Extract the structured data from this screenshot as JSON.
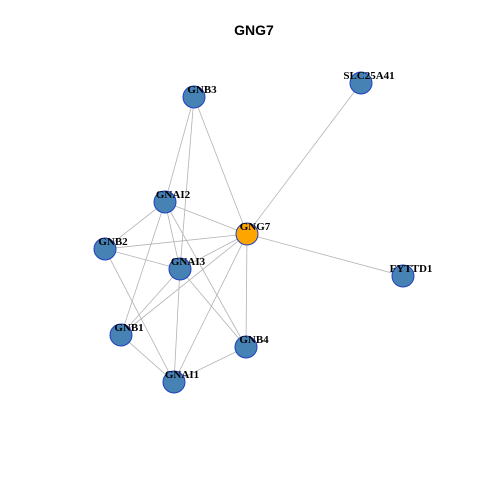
{
  "title": "GNG7",
  "colors": {
    "center_node": "#FFA500",
    "node": "#4682B4",
    "node_border": "#1F3FBF",
    "edge": "#B3B3B3"
  },
  "nodes": [
    {
      "id": "GNG7",
      "label": "GNG7",
      "center": true
    },
    {
      "id": "SLC25A41",
      "label": "SLC25A41",
      "center": false
    },
    {
      "id": "GNB3",
      "label": "GNB3",
      "center": false
    },
    {
      "id": "GNAI2",
      "label": "GNAI2",
      "center": false
    },
    {
      "id": "GNB2",
      "label": "GNB2",
      "center": false
    },
    {
      "id": "GNAI3",
      "label": "GNAI3",
      "center": false
    },
    {
      "id": "FYTTD1",
      "label": "FYTTD1",
      "center": false
    },
    {
      "id": "GNB1",
      "label": "GNB1",
      "center": false
    },
    {
      "id": "GNB4",
      "label": "GNB4",
      "center": false
    },
    {
      "id": "GNAI1",
      "label": "GNAI1",
      "center": false
    }
  ],
  "edges": [
    [
      "GNG7",
      "SLC25A41"
    ],
    [
      "GNG7",
      "GNB3"
    ],
    [
      "GNG7",
      "GNAI2"
    ],
    [
      "GNG7",
      "GNB2"
    ],
    [
      "GNG7",
      "GNAI3"
    ],
    [
      "GNG7",
      "FYTTD1"
    ],
    [
      "GNG7",
      "GNB1"
    ],
    [
      "GNG7",
      "GNB4"
    ],
    [
      "GNG7",
      "GNAI1"
    ],
    [
      "GNB3",
      "GNAI2"
    ],
    [
      "GNB3",
      "GNAI3"
    ],
    [
      "GNAI2",
      "GNB2"
    ],
    [
      "GNAI2",
      "GNAI3"
    ],
    [
      "GNAI2",
      "GNB1"
    ],
    [
      "GNAI2",
      "GNB4"
    ],
    [
      "GNB2",
      "GNAI3"
    ],
    [
      "GNB2",
      "GNAI1"
    ],
    [
      "GNAI3",
      "GNB1"
    ],
    [
      "GNAI3",
      "GNB4"
    ],
    [
      "GNAI3",
      "GNAI1"
    ],
    [
      "GNB1",
      "GNAI1"
    ],
    [
      "GNB4",
      "GNAI1"
    ]
  ]
}
